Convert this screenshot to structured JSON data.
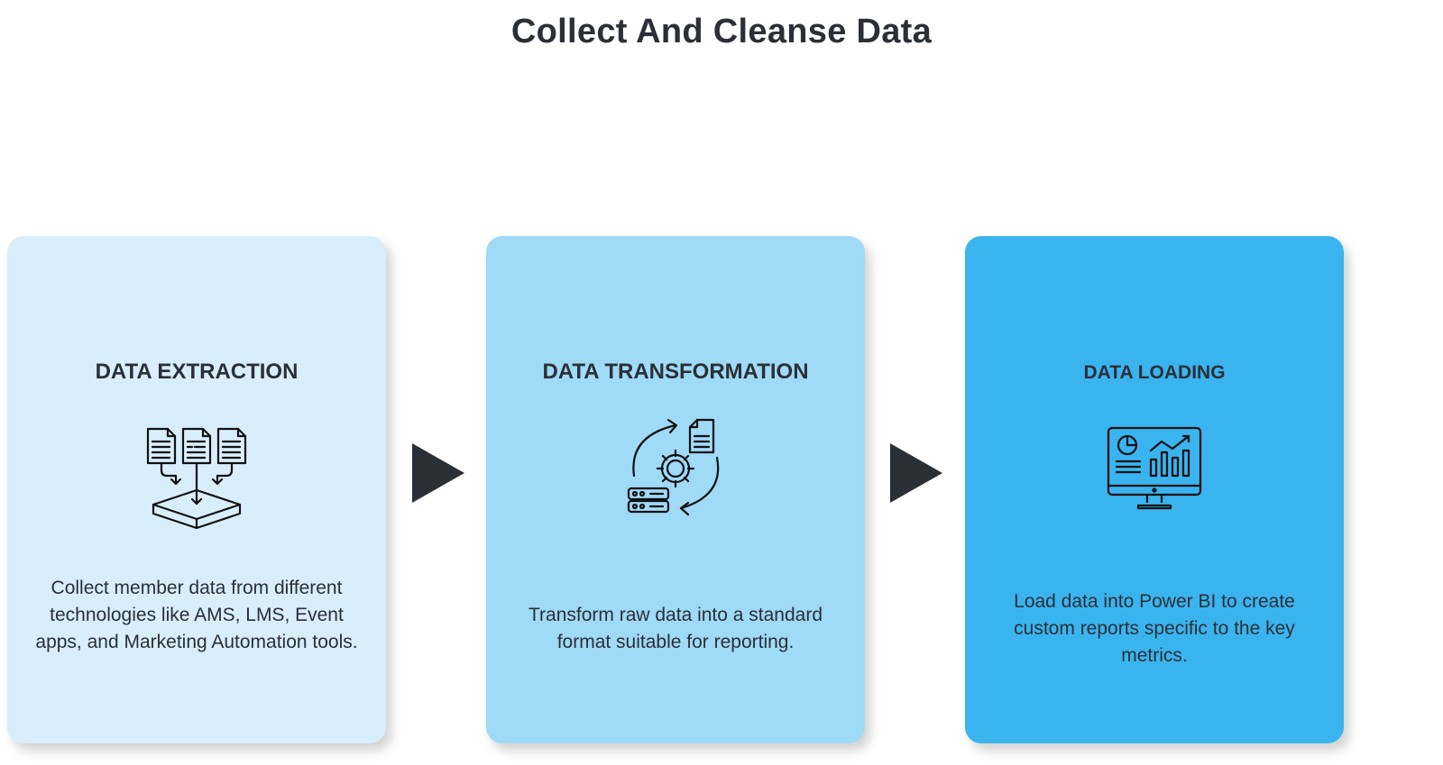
{
  "title": "Collect And Cleanse Data",
  "steps": [
    {
      "title": "DATA EXTRACTION",
      "icon": "documents-into-database-icon",
      "description": "Collect member data from different technologies like AMS, LMS, Event apps, and Marketing Automation tools.",
      "color": "#d8eefb"
    },
    {
      "title": "DATA TRANSFORMATION",
      "icon": "gear-transform-cycle-icon",
      "description": "Transform raw data into a standard format suitable for reporting.",
      "color": "#9fdaf7"
    },
    {
      "title": "DATA LOADING",
      "icon": "dashboard-monitor-icon",
      "description": "Load data into Power BI to create custom reports specific to the key metrics.",
      "color": "#3ab4ef"
    }
  ],
  "colors": {
    "text": "#2b2f36",
    "arrow": "#2b2f36"
  }
}
